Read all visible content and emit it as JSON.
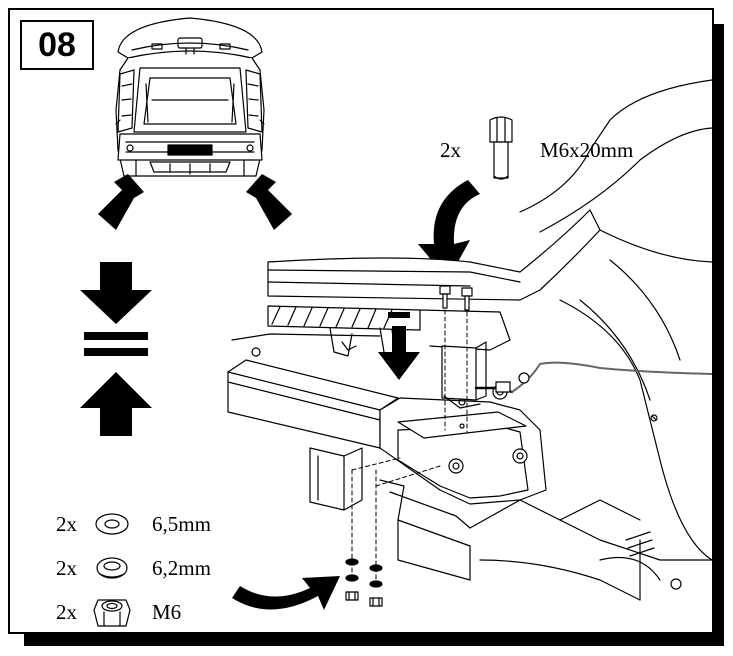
{
  "step": {
    "number": "08"
  },
  "bolt": {
    "qty": "2x",
    "spec": "M6x20mm"
  },
  "hardware": [
    {
      "qty": "2x",
      "spec": "6,5mm",
      "icon": "flat-washer-icon"
    },
    {
      "qty": "2x",
      "spec": "6,2mm",
      "icon": "spring-washer-icon"
    },
    {
      "qty": "2x",
      "spec": "M6",
      "icon": "hex-nut-icon"
    }
  ]
}
